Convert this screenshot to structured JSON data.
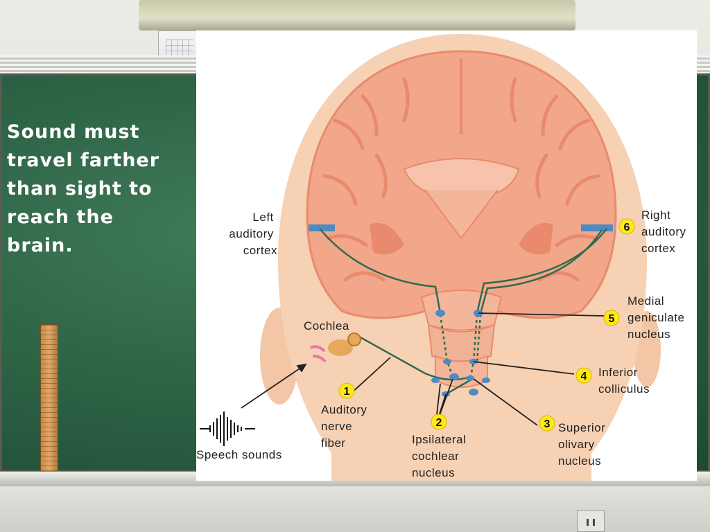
{
  "slide": {
    "text": "Sound must\ntravel farther\nthan sight to\nreach the\nbrain."
  },
  "diagram": {
    "labels": {
      "left_cortex": [
        "Left",
        "auditory",
        "cortex"
      ],
      "right_cortex": [
        "Right",
        "auditory",
        "cortex"
      ],
      "cochlea": "Cochlea",
      "medial_geniculate": [
        "Medial",
        "geniculate",
        "nucleus"
      ],
      "inferior_colliculus": [
        "Inferior",
        "colliculus"
      ],
      "auditory_nerve": [
        "Auditory",
        "nerve",
        "fiber"
      ],
      "cochlear_nucleus": [
        "Ipsilateral",
        "cochlear",
        "nucleus"
      ],
      "superior_olivary": [
        "Superior",
        "olivary",
        "nucleus"
      ],
      "speech_sounds": "Speech sounds"
    },
    "steps": [
      "1",
      "2",
      "3",
      "4",
      "5",
      "6"
    ],
    "colors": {
      "skin": "#f6d1b4",
      "brain": "#f2a68a",
      "brain_dark": "#e98a6c",
      "pathway": "#2f6b4c",
      "nucleus": "#4c8bc4",
      "badge": "#ffe81a"
    }
  }
}
